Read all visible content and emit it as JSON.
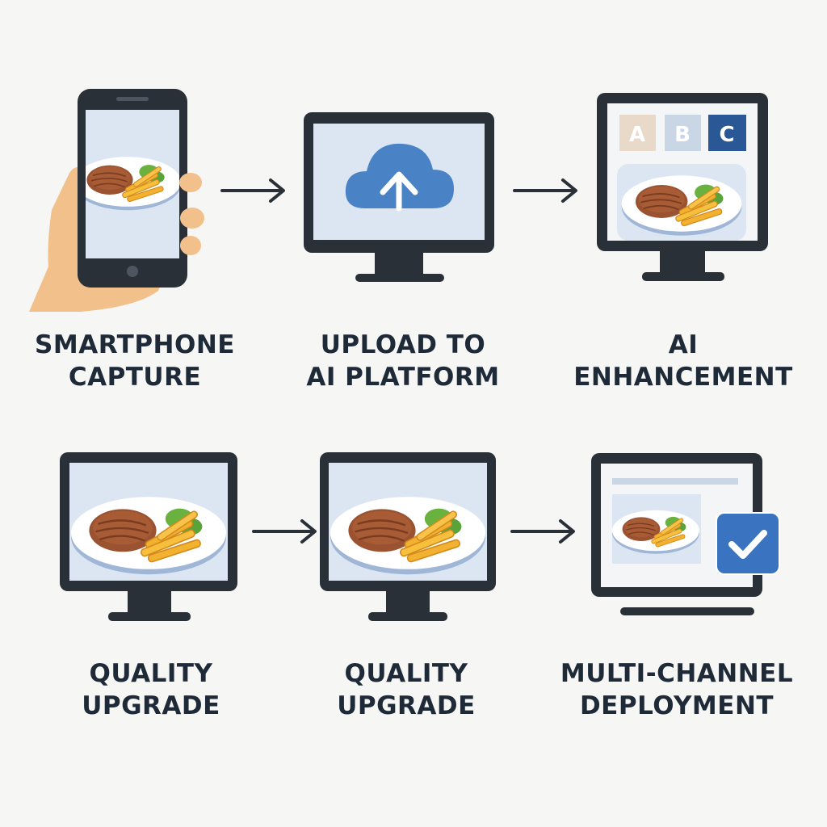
{
  "steps": [
    {
      "line1": "SMARTPHONE",
      "line2": "CAPTURE"
    },
    {
      "line1": "UPLOAD TO",
      "line2": "AI PLATFORM"
    },
    {
      "line1": "AI",
      "line2": "ENHANCEMENT"
    },
    {
      "line1": "QUALITY",
      "line2": "UPGRADE"
    },
    {
      "line1": "QUALITY",
      "line2": "UPGRADE"
    },
    {
      "line1": "MULTI-CHANNEL",
      "line2": "DEPLOYMENT"
    }
  ],
  "options": [
    "A",
    "B",
    "C"
  ],
  "icons": {
    "capture": "smartphone-icon",
    "upload": "cloud-upload-icon",
    "check": "checkmark-icon"
  },
  "colors": {
    "background": "#f6f6f5",
    "frame": "#2a3038",
    "screen": "#dce6f2",
    "accent": "#4a82c6",
    "meat": "#9a5230",
    "fries": "#f2b230",
    "greens": "#6ab23f",
    "skin": "#f2c08a",
    "text": "#1e2a38"
  }
}
